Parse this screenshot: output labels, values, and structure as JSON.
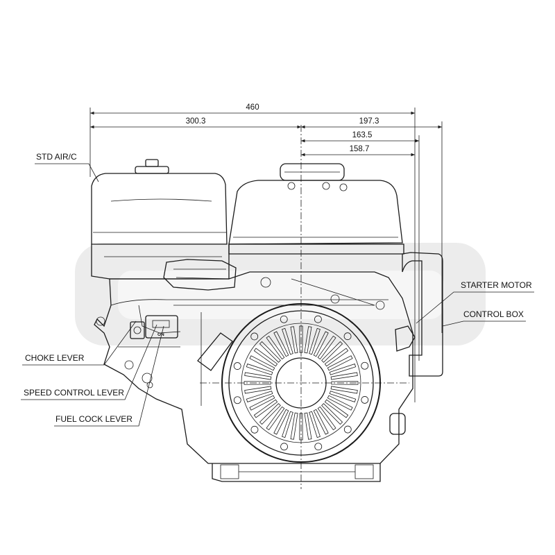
{
  "dimensions": {
    "overall_width": "460",
    "left_extent": "300.3",
    "right_a": "197.3",
    "right_b": "163.5",
    "right_c": "158.7"
  },
  "callouts": {
    "air_cleaner": "STD AIR/C",
    "choke_lever": "CHOKE LEVER",
    "speed_control_lever": "SPEED CONTROL LEVER",
    "fuel_cock_lever": "FUEL COCK LEVER",
    "starter_motor": "STARTER MOTOR",
    "control_box": "CONTROL BOX"
  },
  "labels": {
    "fuel_switch": "ON"
  },
  "watermark_color": "#ececec"
}
